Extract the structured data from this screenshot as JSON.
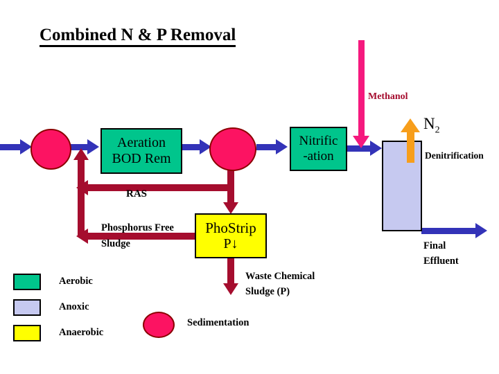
{
  "title": "Combined N & P Removal",
  "process_boxes": {
    "aeration": {
      "line1": "Aeration",
      "line2": "BOD Rem",
      "zone": "Aerobic"
    },
    "nitrification": {
      "line1": "Nitrific",
      "line2": "-ation",
      "zone": "Aerobic"
    },
    "denitrification": {
      "label": "Denitrification",
      "zone": "Anoxic"
    },
    "phostrip": {
      "line1": "PhoStrip",
      "line2": "P↓",
      "zone": "Anaerobic"
    }
  },
  "labels": {
    "methanol": "Methanol",
    "n2": "N",
    "n2_sub": "2",
    "denitrification": "Denitrification",
    "ras": "RAS",
    "phosphorus_free_sludge_line1": "Phosphorus Free",
    "phosphorus_free_sludge_line2": "Sludge",
    "final_effluent_line1": "Final",
    "final_effluent_line2": "Effluent",
    "waste_sludge_line1": "Waste Chemical",
    "waste_sludge_line2": "Sludge (P)"
  },
  "legend": {
    "items": [
      {
        "label": "Aerobic",
        "color": "#00C58C"
      },
      {
        "label": "Anoxic",
        "color": "#C6C9F0"
      },
      {
        "label": "Anaerobic",
        "color": "#FFFF00"
      }
    ],
    "sedimentation_label": "Sedimentation",
    "sedimentation_color": "#FC1362"
  },
  "colors": {
    "flow_blue": "#3333B8",
    "sludge_darkred": "#A50D2E",
    "methanol_pink": "#F5197E",
    "nitrogen_orange": "#F79E1B",
    "aerobic_green": "#00C58C",
    "anoxic_lavender": "#C6C9F0",
    "anaerobic_yellow": "#FFFF00",
    "sedimentation_pink": "#FC1362"
  }
}
